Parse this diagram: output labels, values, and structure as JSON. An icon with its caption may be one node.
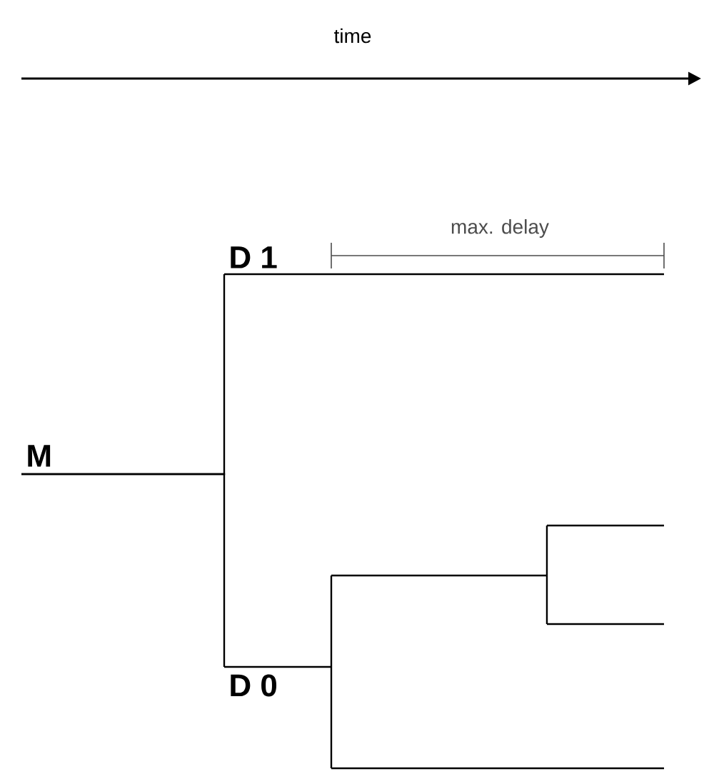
{
  "diagram": {
    "nodes": [
      {
        "text": [
          "M"
        ]
      },
      {
        "text": [
          "D 1"
        ]
      },
      {
        "text": [
          "D 0"
        ]
      }
    ],
    "edges": [
      {
        "from": 0,
        "to": 1,
        "arrow": "none"
      },
      {
        "from": 0,
        "to": 2,
        "arrow": "none"
      }
    ],
    "labels": [
      "time",
      "max. delay"
    ]
  }
}
